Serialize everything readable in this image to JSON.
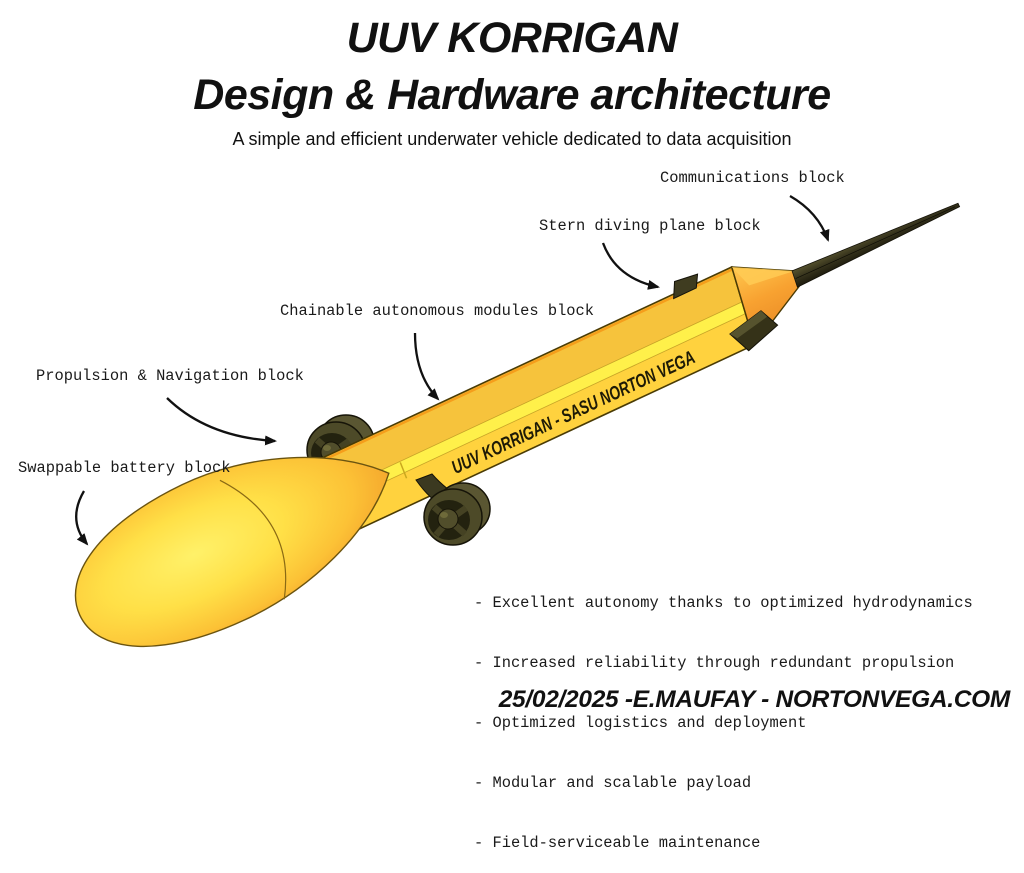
{
  "header": {
    "title_line1": "UUV KORRIGAN",
    "title_line2": "Design & Hardware architecture",
    "subtitle": "A simple and efficient underwater vehicle dedicated to data acquisition"
  },
  "annotations": {
    "communications": "Communications block",
    "stern_plane": "Stern diving plane block",
    "modules": "Chainable autonomous modules block",
    "propulsion": "Propulsion & Navigation block",
    "battery": "Swappable battery block"
  },
  "vehicle": {
    "hull_text": "UUV KORRIGAN - SASU NORTON VEGA",
    "colors": {
      "hull_yellow": "#FFD23E",
      "hull_gold": "#F6C33C",
      "hull_highlight": "#FFF04A",
      "nose_orange": "#EE9026",
      "nose_bright": "#FFF169",
      "thruster_olive": "#4D4A28",
      "antenna_dark": "#34311B",
      "arrow_black": "#111111"
    }
  },
  "features": {
    "items": [
      "- Excellent autonomy thanks to optimized hydrodynamics",
      "- Increased reliability through redundant propulsion",
      "- Optimized logistics and deployment",
      "- Modular and scalable payload",
      "- Field-serviceable maintenance"
    ]
  },
  "footer": {
    "credit": "25/02/2025 -E.MAUFAY - NORTONVEGA.COM"
  }
}
